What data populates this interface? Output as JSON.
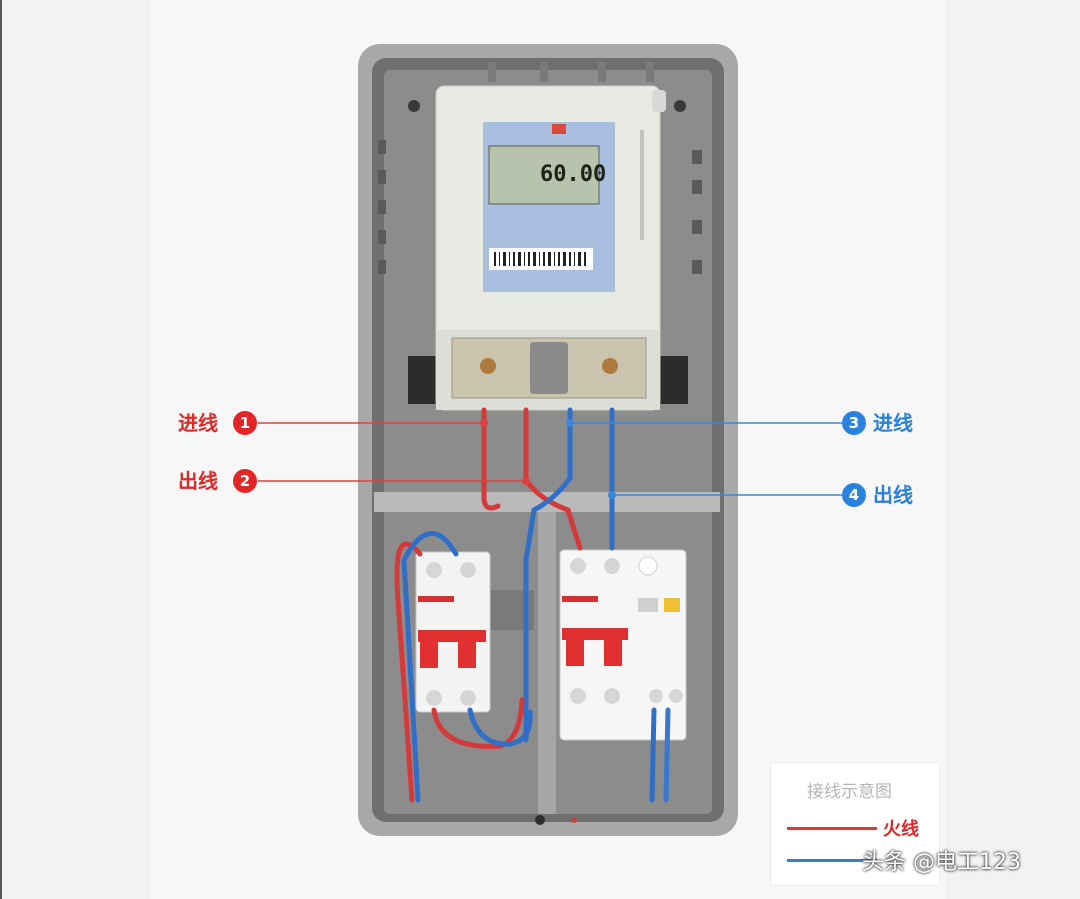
{
  "labels": {
    "in_line_1": "进线",
    "out_line_2": "出线",
    "in_line_3": "进线",
    "out_line_4": "出线",
    "badge_1": "1",
    "badge_2": "2",
    "badge_3": "3",
    "badge_4": "4"
  },
  "meter": {
    "display_value": "60.00"
  },
  "legend": {
    "title": "接线示意图",
    "hot_wire": "火线"
  },
  "watermark": "头条 @电工123",
  "colors": {
    "hot": "#e02828",
    "neutral": "#2a7fd8",
    "enclosure": "#9a9a9a"
  }
}
